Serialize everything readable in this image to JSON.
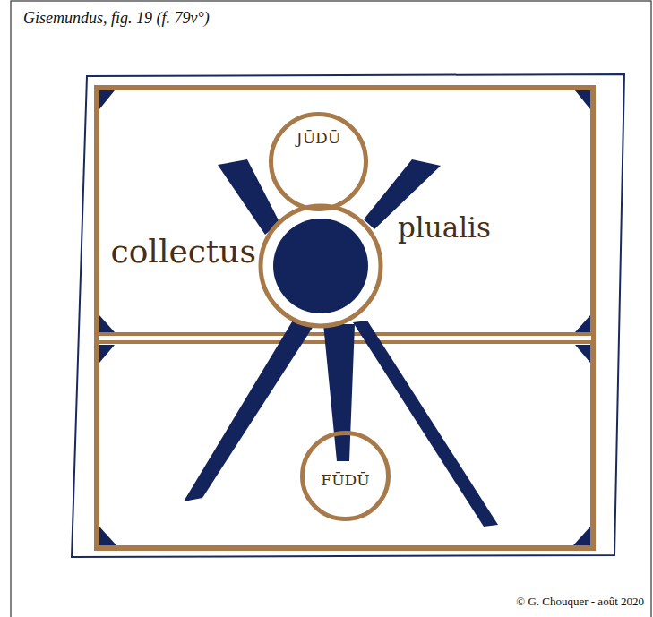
{
  "diagram": {
    "title": "Gisemundus, fig. 19 (f. 79v°)",
    "nodes": [
      {
        "text": [
          "JŪDŪ"
        ]
      },
      {
        "text": [
          "FŪDŪ"
        ]
      }
    ],
    "labels": [
      "collectus",
      "plualis",
      "© G. Chouquer - août 2020"
    ]
  }
}
